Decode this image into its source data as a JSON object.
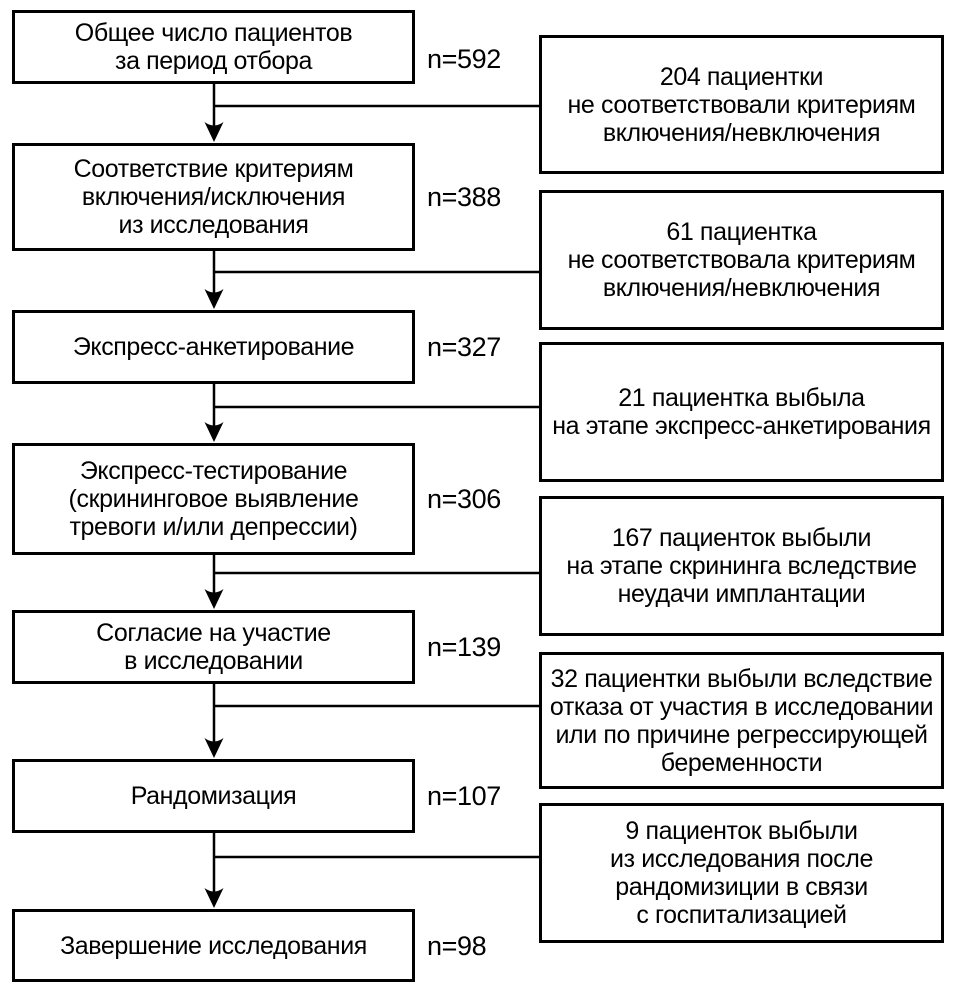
{
  "figure": {
    "type": "flowchart",
    "language": "ru",
    "colors": {
      "background": "#ffffff",
      "line": "#000000",
      "text": "#000000"
    }
  },
  "stages": [
    {
      "label": "Общее число пациентов\nза период отбора",
      "n": "n=592"
    },
    {
      "label": "Соответствие критериям\nвключения/исключения\nиз исследования",
      "n": "n=388"
    },
    {
      "label": "Экспресс-анкетирование",
      "n": "n=327"
    },
    {
      "label": "Экспресс-тестирование\n(скрининговое выявление\nтревоги и/или депрессии)",
      "n": "n=306"
    },
    {
      "label": "Согласие на участие\nв исследовании",
      "n": "n=139"
    },
    {
      "label": "Рандомизация",
      "n": "n=107"
    },
    {
      "label": "Завершение исследования",
      "n": "n=98"
    }
  ],
  "exclusions": [
    {
      "label": "204 пациентки\nне соответствовали критериям\nвключения/невключения"
    },
    {
      "label": "61 пациентка\nне соответствовала критериям\nвключения/невключения"
    },
    {
      "label": "21 пациентка выбыла\nна этапе экспресс-анкетирования"
    },
    {
      "label": "167 пациенток выбыли\nна этапе скрининга вследствие\nнеудачи имплантации"
    },
    {
      "label": "32 пациентки выбыли вследствие\nотказа от участия в исследовании\nили по причине регрессирующей\nберемeнности"
    },
    {
      "label": "9 пациенток выбыли\nиз исследования после\nрандомизиции в связи\nс госпитализацией"
    }
  ]
}
